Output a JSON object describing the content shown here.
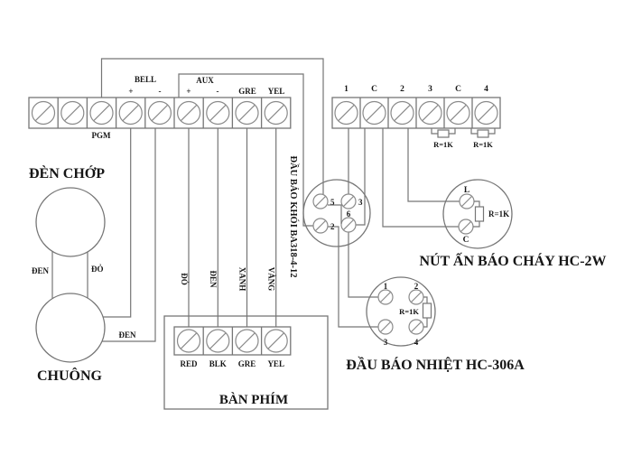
{
  "colors": {
    "line": "#767676",
    "text": "#161616",
    "background": "#ffffff"
  },
  "left_strip": {
    "bell": "BELL",
    "bell_plus": "+",
    "bell_minus": "-",
    "aux": "AUX",
    "aux_plus": "+",
    "aux_minus": "-",
    "gre": "GRE",
    "yel": "YEL",
    "pgm": "PGM"
  },
  "right_strip": {
    "terminals": [
      "1",
      "C",
      "2",
      "3",
      "C",
      "4"
    ],
    "eol": [
      "R=1K",
      "R=1K"
    ]
  },
  "flash_light": {
    "label": "ĐÈN CHỚP"
  },
  "bell": {
    "label": "CHUÔNG",
    "wire_den": "ĐEN",
    "wire_do": "ĐỎ",
    "wire_den2": "ĐEN"
  },
  "keypad": {
    "label": "BÀN PHÍM",
    "terminals": [
      "RED",
      "BLK",
      "GRE",
      "YEL"
    ],
    "wires": [
      "ĐỎ",
      "ĐEN",
      "XANH",
      "VÀNG"
    ]
  },
  "smoke_detector": {
    "label": "ĐẦU BÁO KHÓI BA318-4-12",
    "terminals": [
      "5",
      "3",
      "2",
      "6"
    ]
  },
  "call_point": {
    "label": "NÚT ẤN BÁO CHÁY HC-2W",
    "terminal_l": "L",
    "terminal_c": "C",
    "resistor": "R=1K"
  },
  "heat_detector": {
    "label": "ĐẦU BÁO NHIỆT HC-306A",
    "terminals": [
      "1",
      "2",
      "3",
      "4"
    ],
    "resistor": "R=1K"
  }
}
